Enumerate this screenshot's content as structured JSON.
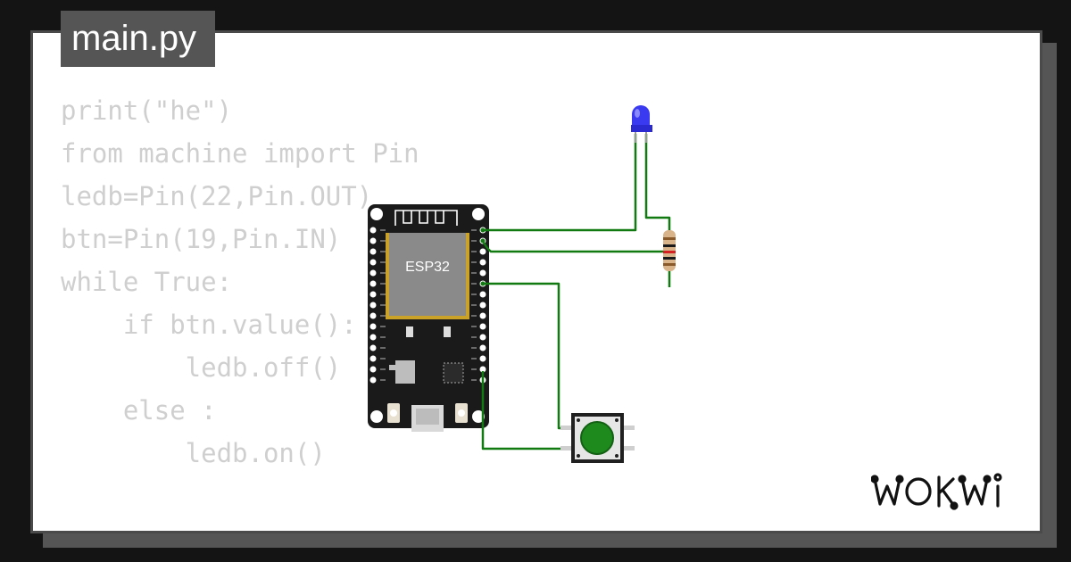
{
  "file_tab": {
    "label": "main.py"
  },
  "code": {
    "lines": [
      "print(\"he\")",
      "from machine import Pin",
      "ledb=Pin(22,Pin.OUT)",
      "btn=Pin(19,Pin.IN)",
      "while True:",
      "    if btn.value():",
      "        ledb.off()",
      "    else :",
      "        ledb.on()"
    ]
  },
  "circuit": {
    "board_label": "ESP32",
    "wire_color": "#117a11",
    "led_color": "#3a3af0",
    "button_color": "#1e8a1e",
    "board_color": "#1a1a1a"
  },
  "brand": {
    "logo": "WOKWI"
  },
  "colors": {
    "background": "#141414",
    "card": "#ffffff",
    "tab": "#555555",
    "code_text": "#cfcfcf"
  }
}
